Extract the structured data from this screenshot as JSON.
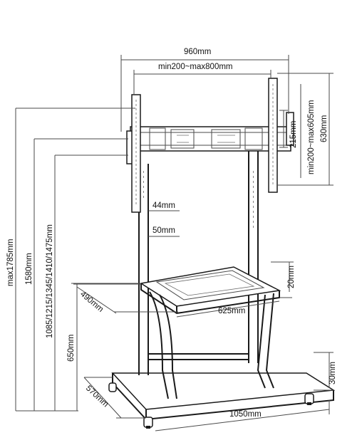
{
  "dimensions": {
    "overall_width": "960mm",
    "vesa_width": "min200~max800mm",
    "vesa_height": "min200~max605mm",
    "bracket_height": "630mm",
    "bracket_depth": "215mm",
    "max_height": "max1785mm",
    "height_1580": "1580mm",
    "height_positions": "1085/1215/1345/1410/1475mm",
    "shelf_height": "650mm",
    "hole_spacing": "44mm",
    "column_spacing": "50mm",
    "shelf_depth": "490mm",
    "shelf_width": "625mm",
    "shelf_lip": "20mm",
    "base_depth": "570mm",
    "base_width": "1050mm",
    "base_height": "30mm"
  }
}
